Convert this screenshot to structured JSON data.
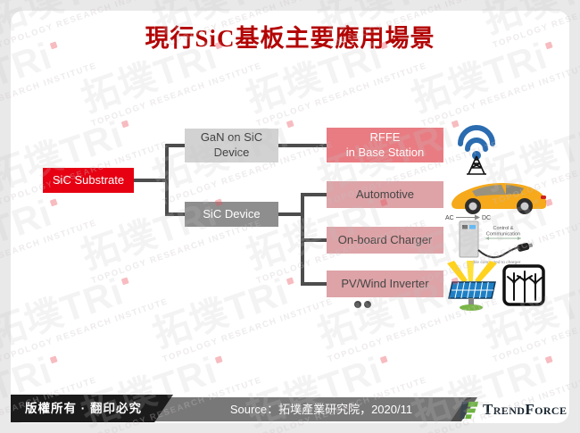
{
  "title": {
    "text": "現行SiC基板主要應用場景",
    "color": "#b30505"
  },
  "watermark": {
    "line1": "拓墣TRi",
    "line2": "TOPOLOGY RESEARCH INSTITUTE"
  },
  "diagram": {
    "root": {
      "label": "SiC Substrate"
    },
    "devices": [
      {
        "line1": "GaN on SiC",
        "line2": "Device"
      },
      {
        "line1": "SiC Device"
      }
    ],
    "applications": [
      {
        "line1": "RFFE",
        "line2": "in Base Station",
        "icon": "antenna-base-station"
      },
      {
        "line1": "Automotive",
        "icon": "sports-car"
      },
      {
        "line1": "On-board Charger",
        "icon": "ev-on-board-charger"
      },
      {
        "line1": "PV/Wind Inverter",
        "icon": "solar-panel-and-wind-turbines"
      }
    ]
  },
  "charger_diagram": {
    "ac": "AC",
    "dc": "DC",
    "control_line1": "Control &",
    "control_line2": "Communication",
    "caption": "Cable connected to charger"
  },
  "footer": {
    "copyright": "版權所有 · 翻印必究",
    "source": "Source：拓墣產業研究院，2020/11",
    "brand": "TrendForce"
  },
  "colors": {
    "accent_red": "#e60012",
    "title_red": "#b30505",
    "box_salmon": "#e87c82",
    "box_pink": "#dda3a7",
    "box_gray_light": "#d2d2d2",
    "box_gray_dark": "#8e8e8e",
    "connector_gray": "#4d4d4d",
    "footer_gray": "#787878",
    "footer_black": "#1b1b1b",
    "brand_green": "#6cb33f",
    "antenna_blue": "#2b6cb0",
    "car_yellow": "#f6a91b"
  }
}
